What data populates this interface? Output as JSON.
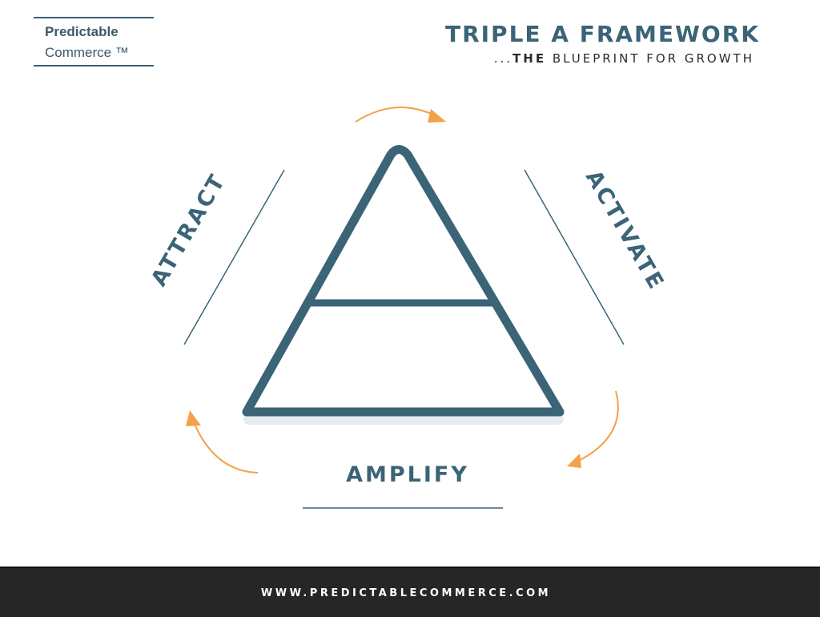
{
  "logo": {
    "line1": "Predictable",
    "line2": "Commerce ™"
  },
  "header": {
    "title": "TRIPLE A FRAMEWORK",
    "subtitle_prefix": "...",
    "subtitle_bold": "THE",
    "subtitle_rest": " BLUEPRINT FOR GROWTH"
  },
  "diagram": {
    "labels": {
      "left": "ATTRACT",
      "right": "ACTIVATE",
      "bottom": "AMPLIFY"
    },
    "colors": {
      "triangle": "#3b6476",
      "arrows": "#f5a14a",
      "base_shadow": "#e7ebee"
    }
  },
  "footer": {
    "url": "WWW.PREDICTABLECOMMERCE.COM"
  }
}
